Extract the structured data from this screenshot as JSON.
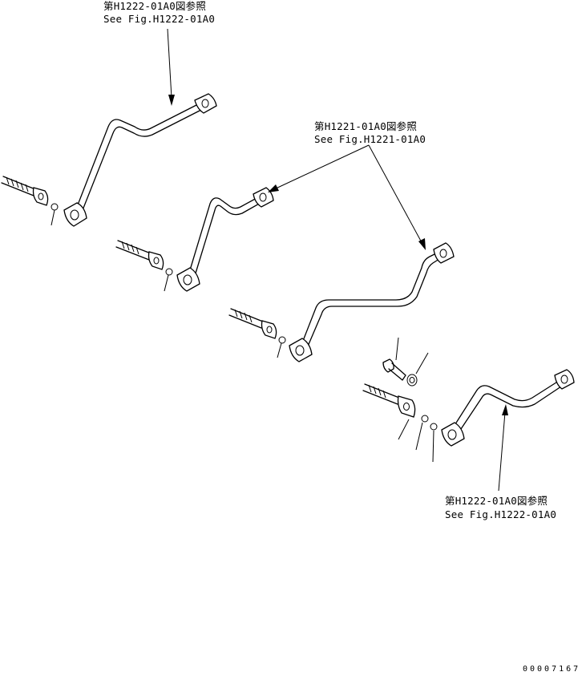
{
  "callouts": {
    "top": {
      "jp": "第H1222-01A0図参照",
      "en": "See Fig.H1222-01A0"
    },
    "middle": {
      "jp": "第H1221-01A0図参照",
      "en": "See Fig.H1221-01A0"
    },
    "bottom": {
      "jp": "第H1222-01A0図参照",
      "en": "See Fig.H1222-01A0"
    }
  },
  "drawing_number": "00007167"
}
